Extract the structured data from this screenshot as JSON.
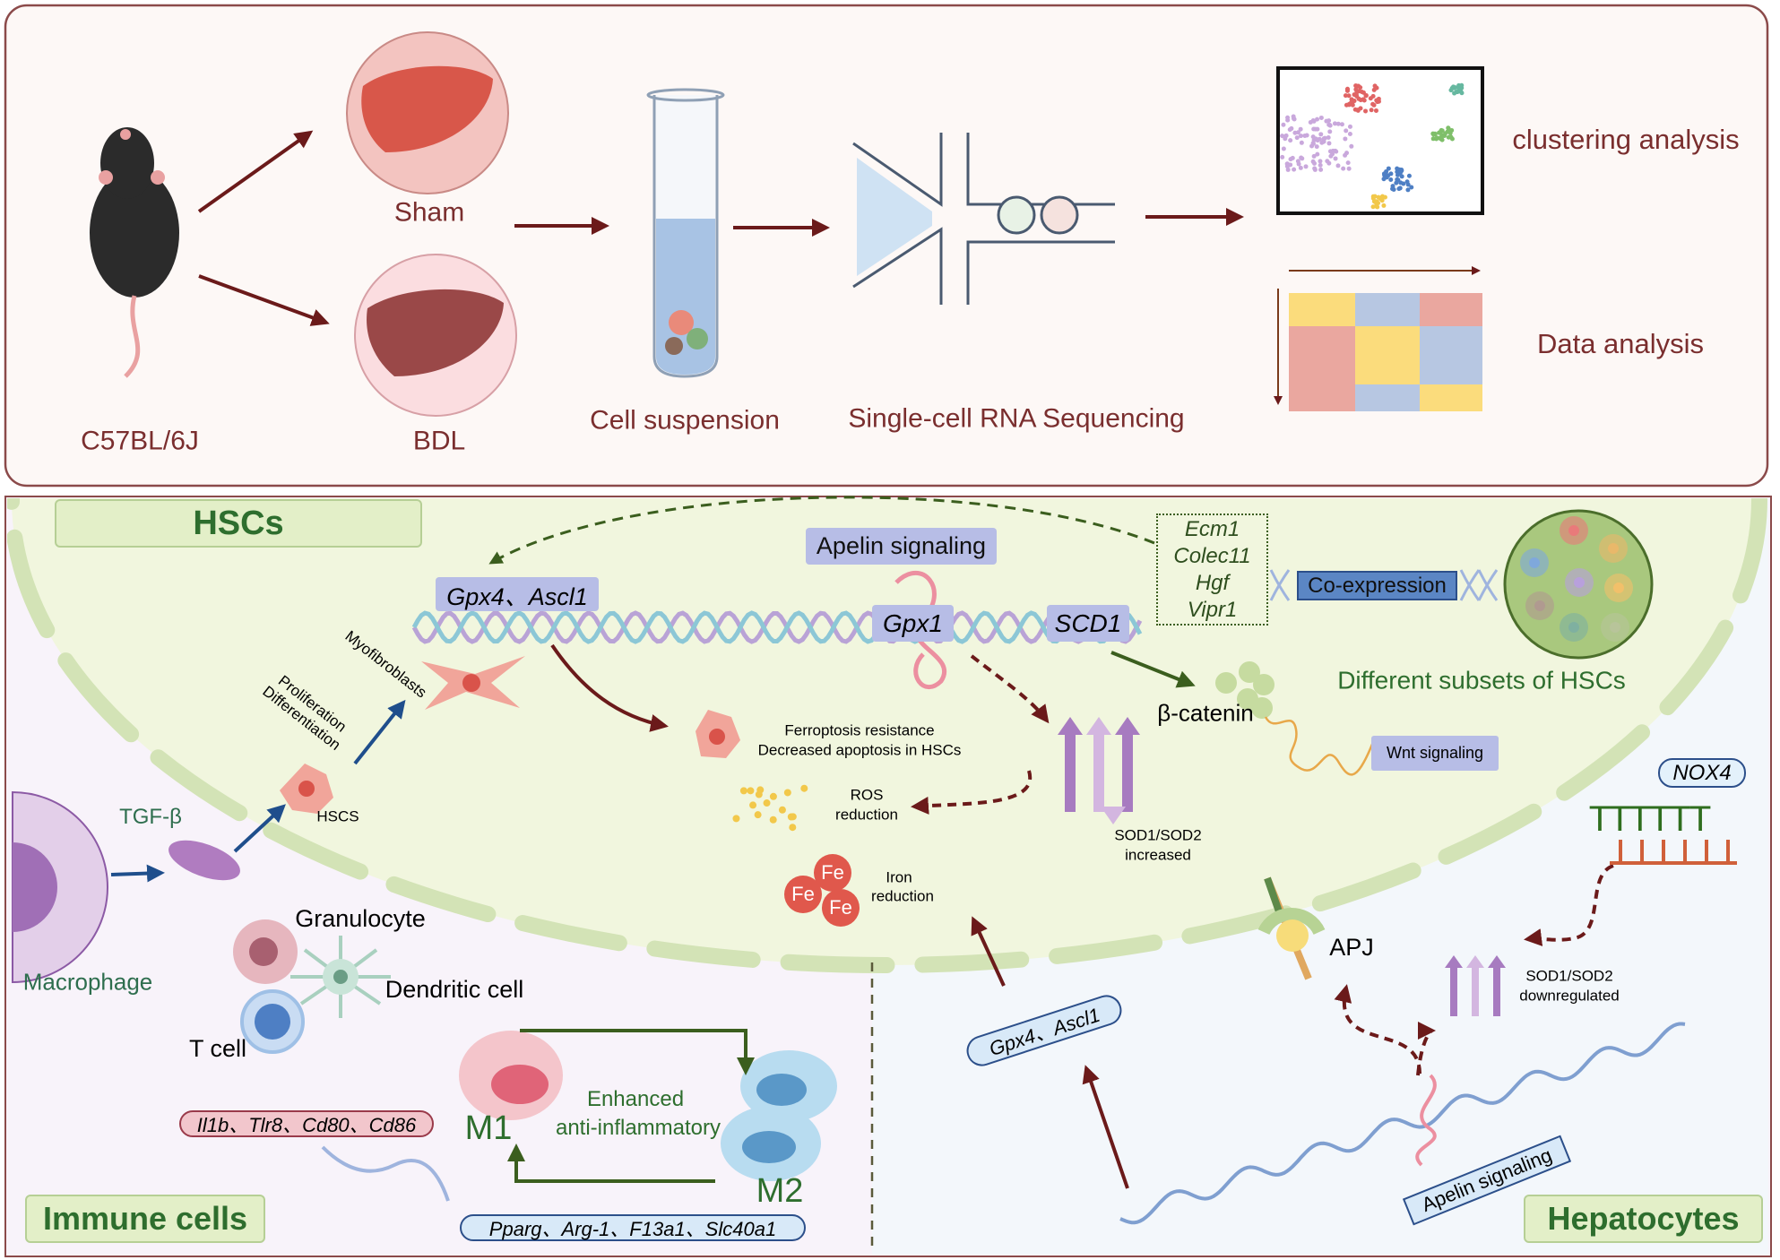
{
  "workflow": {
    "mouse_strain": "C57BL/6J",
    "group_sham": "Sham",
    "group_bdl": "BDL",
    "step_cell_suspension": "Cell suspension",
    "step_sequencing": "Single-cell RNA Sequencing",
    "result_clustering": "clustering analysis",
    "result_data": "Data analysis"
  },
  "hsc": {
    "title": "HSCs",
    "apelin_signaling": "Apelin signaling",
    "gene_gpx4_ascl1": "Gpx4、Ascl1",
    "gene_gpx1": "Gpx1",
    "gene_scd1": "SCD1",
    "coexp_genes": [
      "Ecm1",
      "Colec11",
      "Hgf",
      "Vipr1"
    ],
    "coexpression": "Co-expression",
    "subsets": "Different subsets of HSCs",
    "beta_catenin": "β-catenin",
    "wnt": "Wnt signaling",
    "myofibroblasts": "Myofibroblasts",
    "proliferation": "Proliferation",
    "differentiation": "Differentiation",
    "hscs_cell": "HSCS",
    "ferroptosis": "Ferroptosis resistance",
    "apoptosis": "Decreased apoptosis in HSCs",
    "ros_1": "ROS",
    "ros_2": "reduction",
    "iron_1": "Iron",
    "iron_2": "reduction",
    "fe": "Fe",
    "sod_inc_1": "SOD1/SOD2",
    "sod_inc_2": "increased"
  },
  "immune": {
    "title": "Immune cells",
    "tgf": "TGF-β",
    "macrophage": "Macrophage",
    "granulocyte": "Granulocyte",
    "dendritic": "Dendritic cell",
    "tcell": "T cell",
    "m1_genes": "Il1b、Tlr8、Cd80、Cd86",
    "m1": "M1",
    "m2": "M2",
    "enhanced_1": "Enhanced",
    "enhanced_2": "anti-inflammatory",
    "m2_genes": "Pparg、Arg-1、F13a1、Slc40a1"
  },
  "hepatocytes": {
    "title": "Hepatocytes",
    "nox4": "NOX4",
    "t_row": "TTTTTT",
    "sod_down_1": "SOD1/SOD2",
    "sod_down_2": "downregulated",
    "apj": "APJ",
    "gene_gpx4_ascl1": "Gpx4、Ascl1",
    "apelin_signaling": "Apelin signaling"
  },
  "colors": {
    "arrow_dark_red": "#6b1a1a",
    "arrow_blue": "#1f4e8c",
    "arrow_green": "#3b5e1e",
    "hsc_bg": "#f1f6de",
    "label_green": "#2e6e2e"
  }
}
